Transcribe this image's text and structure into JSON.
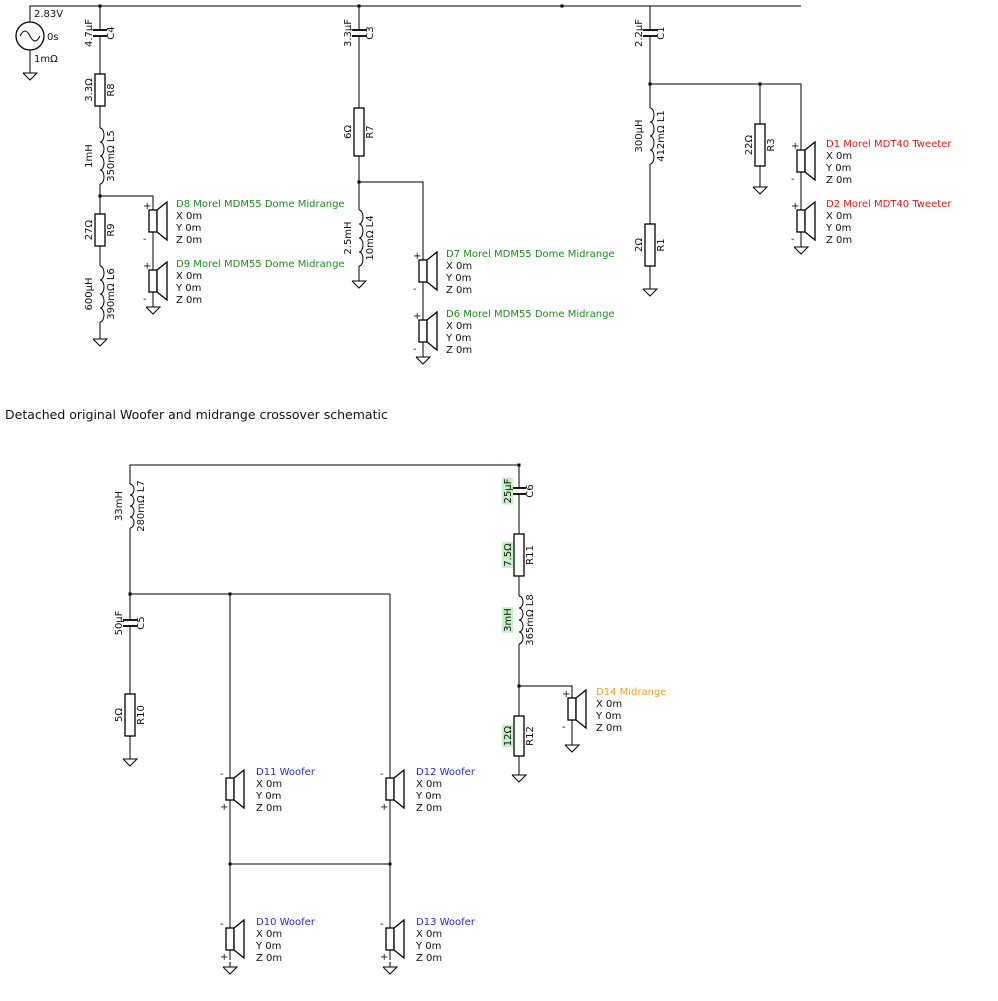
{
  "title": "Detached original Woofer and midrange crossover schematic",
  "colors": {
    "tweeter": "#e8181c",
    "midrange_green": "#1e8c1e",
    "woofer": "#2a2ad0",
    "midrange_orange": "#f0a020",
    "highlight": "#c8f0c8"
  },
  "source": {
    "voltage": "2.83V",
    "delay": "0s",
    "resistance": "1mΩ"
  },
  "axes": [
    "X 0m",
    "Y 0m",
    "Z 0m"
  ],
  "components": {
    "C4": {
      "name": "C4",
      "value": "4.7µF"
    },
    "R8": {
      "name": "R8",
      "value": "3.3Ω"
    },
    "L5": {
      "name": "350mΩ L5",
      "value": "1mH"
    },
    "R9": {
      "name": "R9",
      "value": "27Ω"
    },
    "L6": {
      "name": "390mΩ L6",
      "value": "600µH"
    },
    "C3": {
      "name": "C3",
      "value": "3.3µF"
    },
    "R7": {
      "name": "R7",
      "value": "6Ω"
    },
    "L4": {
      "name": "10mΩ L4",
      "value": "2.5mH"
    },
    "C1": {
      "name": "C1",
      "value": "2.2µF"
    },
    "L1": {
      "name": "412mΩ L1",
      "value": "300µH"
    },
    "R1": {
      "name": "R1",
      "value": "2Ω"
    },
    "R3": {
      "name": "R3",
      "value": "22Ω"
    },
    "L7": {
      "name": "280mΩ L7",
      "value": "33mH"
    },
    "C5": {
      "name": "C5",
      "value": "50µF"
    },
    "R10": {
      "name": "R10",
      "value": "5Ω"
    },
    "C6": {
      "name": "C6",
      "value": "25µF"
    },
    "R11": {
      "name": "R11",
      "value": "7.5Ω"
    },
    "L8": {
      "name": "365mΩ L8",
      "value": "3mH"
    },
    "R12": {
      "name": "R12",
      "value": "12Ω"
    }
  },
  "speakers": {
    "D1": {
      "label": "D1 Morel MDT40 Tweeter",
      "color": "#e8181c"
    },
    "D2": {
      "label": "D2 Morel MDT40 Tweeter",
      "color": "#e8181c"
    },
    "D8": {
      "label": "D8 Morel MDM55 Dome Midrange",
      "color": "#1e8c1e"
    },
    "D9": {
      "label": "D9 Morel MDM55 Dome Midrange",
      "color": "#1e8c1e"
    },
    "D7": {
      "label": "D7 Morel MDM55 Dome Midrange",
      "color": "#1e8c1e"
    },
    "D6": {
      "label": "D6 Morel MDM55 Dome Midrange",
      "color": "#1e8c1e"
    },
    "D11": {
      "label": "D11 Woofer",
      "color": "#2a2ad0"
    },
    "D12": {
      "label": "D12 Woofer",
      "color": "#2a2ad0"
    },
    "D10": {
      "label": "D10 Woofer",
      "color": "#2a2ad0"
    },
    "D13": {
      "label": "D13 Woofer",
      "color": "#2a2ad0"
    },
    "D14": {
      "label": "D14 Midrange",
      "color": "#f0a020"
    }
  }
}
